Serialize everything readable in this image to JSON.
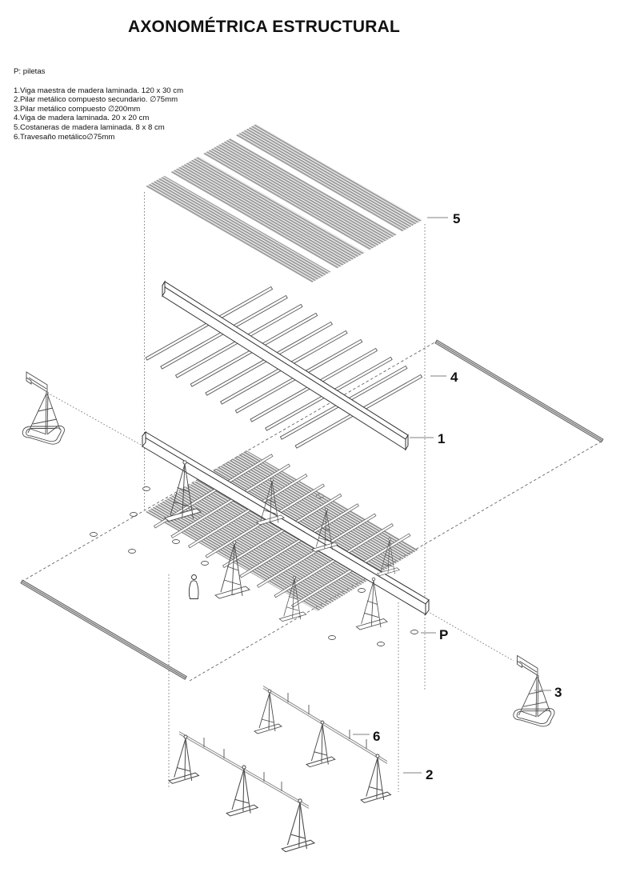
{
  "page": {
    "title": "AXONOMÉTRICA ESTRUCTURAL"
  },
  "legend": {
    "key_note": "P: piletas",
    "items": [
      "1.Viga maestra de madera laminada. 120 x 30 cm",
      "2.Pilar metálico compuesto secundario. ∅75mm",
      "3.Pilar metálico compuesto ∅200mm",
      "4.Viga de madera laminada. 20 x 20 cm",
      "5.Costaneras de madera laminada. 8 x 8 cm",
      "6.Travesaño metálico∅75mm"
    ]
  },
  "callouts": {
    "c5": "5",
    "c4": "4",
    "c1": "1",
    "cP": "P",
    "c3": "3",
    "c6": "6",
    "c2": "2"
  },
  "colors": {
    "ink": "#111111",
    "line": "#4a4a4a",
    "hatch_roof": "#9e9e9e",
    "hatch_deck": "#8d8d8d",
    "ground_beam": "#c3c3c3",
    "guide": "#777777",
    "paper": "#ffffff"
  }
}
